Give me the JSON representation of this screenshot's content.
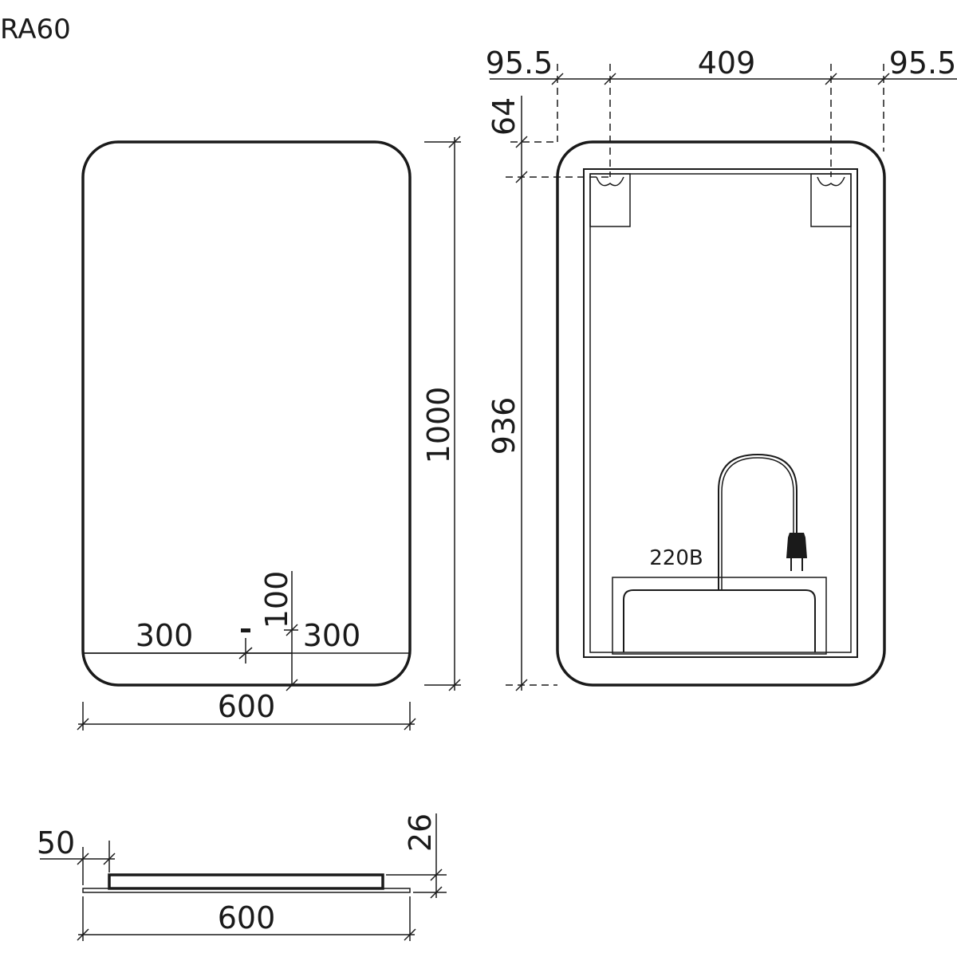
{
  "title": "RA60",
  "front_view": {
    "height_label": "1000",
    "width_label": "600",
    "left_offset_label": "300",
    "right_offset_label": "300",
    "sensor_height_label": "100"
  },
  "back_view": {
    "top_left_label": "95.5",
    "top_middle_label": "409",
    "top_right_label": "95.5",
    "top_gap_label": "64",
    "mount_height_label": "936",
    "voltage_label": "220В"
  },
  "side_view": {
    "depth_label": "26",
    "inset_label": "50",
    "width_label": "600"
  },
  "colors": {
    "line": "#1a1a1a",
    "background": "#ffffff"
  }
}
